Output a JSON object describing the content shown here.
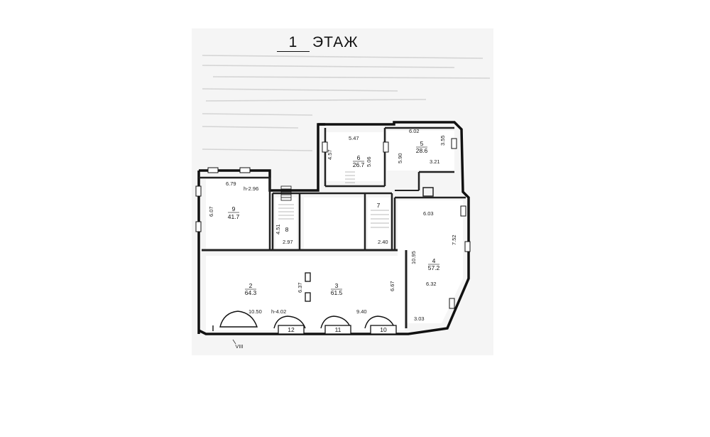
{
  "title": {
    "number": "1",
    "text": "ЭТАЖ"
  },
  "rooms": [
    {
      "id": "room-2",
      "number": "2",
      "area": "64.3"
    },
    {
      "id": "room-3",
      "number": "3",
      "area": "61.5"
    },
    {
      "id": "room-4",
      "number": "4",
      "area": "57.2"
    },
    {
      "id": "room-5",
      "number": "5",
      "area": "28.6"
    },
    {
      "id": "room-6",
      "number": "6",
      "area": "26.7"
    },
    {
      "id": "room-7",
      "number": "7",
      "area": ""
    },
    {
      "id": "room-8",
      "number": "8",
      "area": ""
    },
    {
      "id": "room-9",
      "number": "9",
      "area": "41.7"
    }
  ],
  "dimensions": {
    "d_6_79": "6.79",
    "d_h_2_96": "h-2.96",
    "d_6_07": "6.07",
    "d_5_47": "5.47",
    "d_4_57": "4.57",
    "d_5_06": "5.06",
    "d_6_02": "6.02",
    "d_5_90": "5.90",
    "d_3_55": "3.55",
    "d_3_21": "3.21",
    "d_4_51": "4.51",
    "d_2_97": "2.97",
    "d_2_40": "2.40",
    "d_6_03": "6.03",
    "d_7_52": "7.52",
    "d_10_95": "10.95",
    "d_6_32": "6.32",
    "d_6_37": "6.37",
    "d_6_67": "6.67",
    "d_10_50": "10.50",
    "d_h_4_02": "h-4.02",
    "d_9_40": "9.40",
    "d_3_03": "3.03"
  },
  "entrances": [
    "12",
    "11",
    "10"
  ],
  "axis_mark": "VIII"
}
